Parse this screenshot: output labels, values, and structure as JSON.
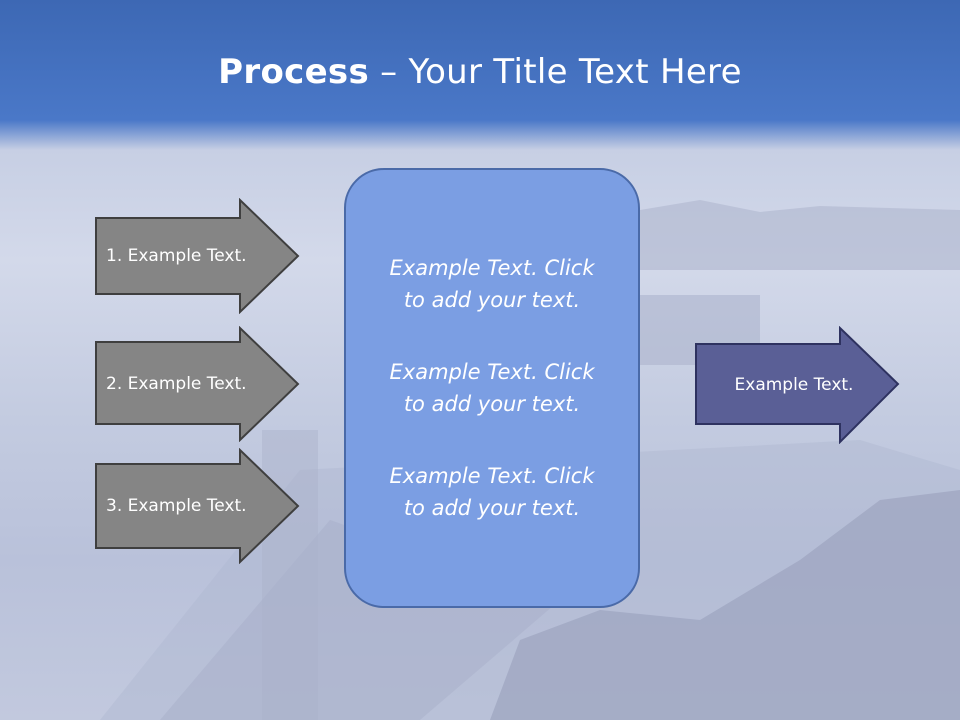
{
  "slide": {
    "title_bold": "Process",
    "title_rest": " – Your Title Text Here"
  },
  "left_steps": [
    {
      "label": "1. Example Text."
    },
    {
      "label": "2. Example Text."
    },
    {
      "label": "3. Example Text."
    }
  ],
  "center_items": [
    {
      "text": "Example Text. Click  to add your text."
    },
    {
      "text": "Example Text. Click  to add your text."
    },
    {
      "text": "Example Text. Click  to add your text."
    }
  ],
  "output": {
    "label": "Example Text."
  },
  "colors": {
    "title_band": "#4a78c8",
    "left_arrow_fill": "#858585",
    "center_box_fill": "#7b9ee3",
    "output_arrow_fill": "#5a5f96"
  }
}
